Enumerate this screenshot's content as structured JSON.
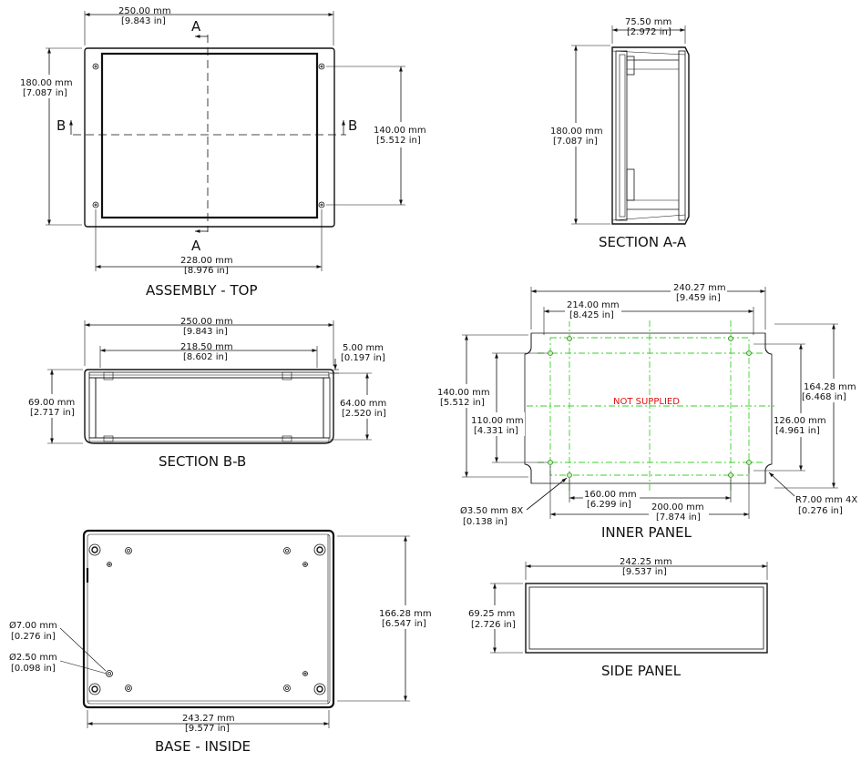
{
  "views": {
    "assembly_top": {
      "title": "ASSEMBLY - TOP",
      "width": [
        "250.00 mm",
        "[9.843 in]"
      ],
      "height": [
        "180.00 mm",
        "[7.087 in]"
      ],
      "hole_vertical": [
        "140.00 mm",
        "[5.512 in]"
      ],
      "hole_horizontal": [
        "228.00 mm",
        "[8.976 in]"
      ],
      "section_a": "A",
      "section_b": "B"
    },
    "section_aa": {
      "title": "SECTION A-A",
      "width": [
        "75.50 mm",
        "[2.972 in]"
      ],
      "height": [
        "180.00 mm",
        "[7.087 in]"
      ]
    },
    "section_bb": {
      "title": "SECTION B-B",
      "width": [
        "250.00 mm",
        "[9.843 in]"
      ],
      "inner_width": [
        "218.50 mm",
        "[8.602 in]"
      ],
      "wall": [
        "5.00 mm",
        "[0.197 in]"
      ],
      "height": [
        "69.00 mm",
        "[2.717 in]"
      ],
      "inner_height": [
        "64.00 mm",
        "[2.520 in]"
      ]
    },
    "inner_panel": {
      "title": "INNER PANEL",
      "note": "NOT SUPPLIED",
      "width": [
        "240.27 mm",
        "[9.459 in]"
      ],
      "top_width": [
        "214.00 mm",
        "[8.425 in]"
      ],
      "left_height": [
        "140.00 mm",
        "[5.512 in]"
      ],
      "inner_left_height": [
        "110.00 mm",
        "[4.331 in]"
      ],
      "height": [
        "164.28 mm",
        "[6.468 in]"
      ],
      "inner_right_height": [
        "126.00 mm",
        "[4.961 in]"
      ],
      "bottom_inner": [
        "160.00 mm",
        "[6.299 in]"
      ],
      "bottom_outer": [
        "200.00 mm",
        "[7.874 in]"
      ],
      "hole": [
        "Ø3.50 mm 8X",
        "[0.138 in]"
      ],
      "radius": [
        "R7.00 mm 4X",
        "[0.276 in]"
      ]
    },
    "base_inside": {
      "title": "BASE - INSIDE",
      "boss": [
        "Ø7.00 mm",
        "[0.276 in]"
      ],
      "hole": [
        "Ø2.50 mm",
        "[0.098 in]"
      ],
      "height": [
        "166.28 mm",
        "[6.547 in]"
      ],
      "width": [
        "243.27 mm",
        "[9.577 in]"
      ]
    },
    "side_panel": {
      "title": "SIDE PANEL",
      "width": [
        "242.25 mm",
        "[9.537 in]"
      ],
      "height": [
        "69.25 mm",
        "[2.726 in]"
      ]
    }
  }
}
